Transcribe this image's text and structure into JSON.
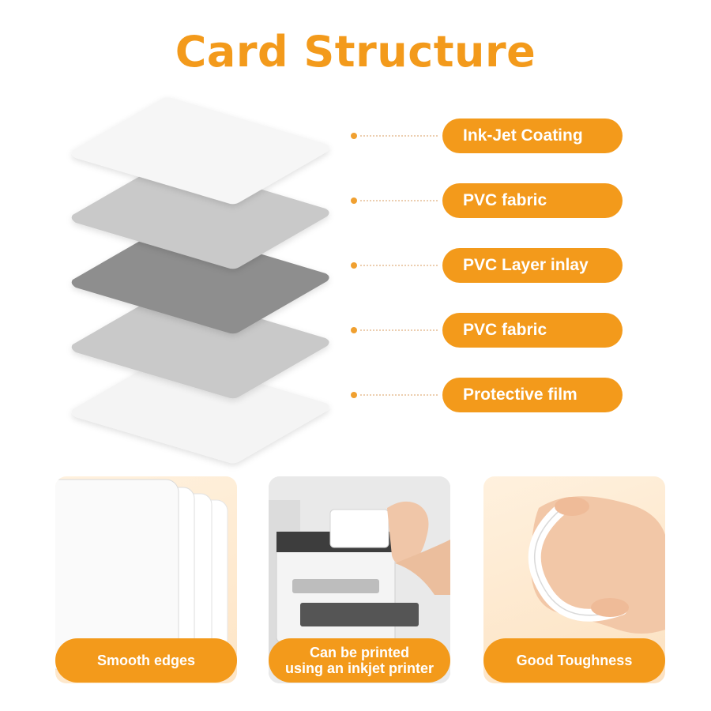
{
  "page": {
    "title": "Card Structure",
    "accent": "#F39A1B",
    "dot_color": "#F0A030",
    "line_color": "#E0B080"
  },
  "layers": [
    {
      "label": "Ink-Jet Coating",
      "color": "#F6F6F6"
    },
    {
      "label": "PVC fabric",
      "color": "#C9C9C9"
    },
    {
      "label": "PVC Layer inlay",
      "color": "#8E8E8E"
    },
    {
      "label": "PVC fabric",
      "color": "#C9C9C9"
    },
    {
      "label": "Protective film",
      "color": "#F4F4F4"
    }
  ],
  "features": [
    {
      "lines": [
        "Smooth edges"
      ],
      "icon": "stacked-cards-icon"
    },
    {
      "lines": [
        "Can be printed",
        "using an inkjet printer"
      ],
      "icon": "printer-icon"
    },
    {
      "lines": [
        "Good Toughness"
      ],
      "icon": "bent-card-icon"
    }
  ]
}
